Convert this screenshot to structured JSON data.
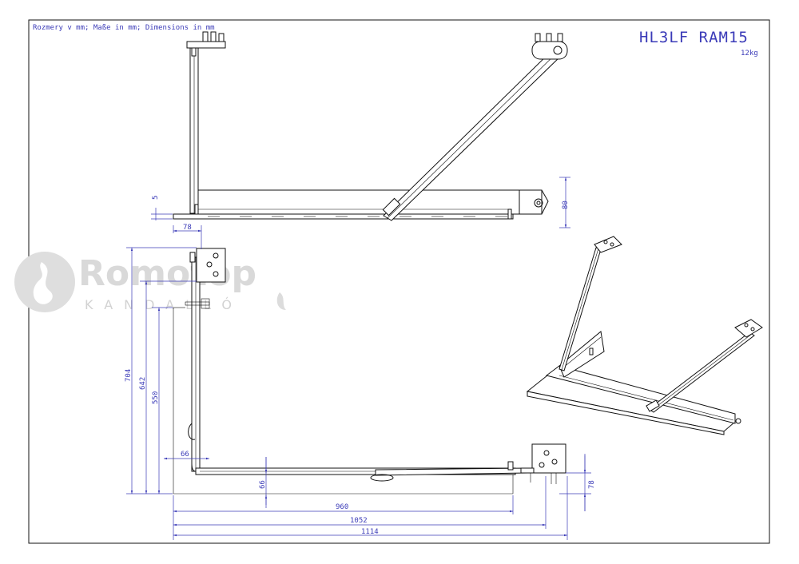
{
  "header": {
    "units_note": "Rozmery v mm; Maße in mm; Dimensions in mm",
    "model": "HL3LF RAM15",
    "weight": "12kg"
  },
  "watermark": {
    "brand": "Romotop",
    "sub": "KANDALLÓ",
    "icon": "flame-logo-icon"
  },
  "dimensions": {
    "side_plate_thickness": "5",
    "side_height": "80",
    "width_78_top": "78",
    "depth_704": "704",
    "depth_642": "642",
    "depth_550": "550",
    "offset_66_h": "66",
    "offset_66_v": "66",
    "right_78": "78",
    "length_960": "960",
    "length_1052": "1052",
    "length_1114": "1114"
  },
  "colors": {
    "annotation": "#3b3bb8",
    "outline": "#111111",
    "watermark": "#d9d9d9"
  }
}
